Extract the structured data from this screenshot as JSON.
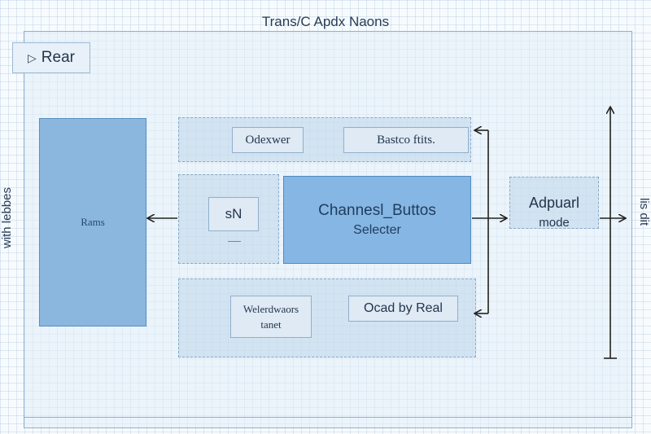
{
  "diagram": {
    "title": "Trans/C Apdx Naons",
    "rear_button": {
      "icon": "play-triangle-icon",
      "label": "Rear"
    },
    "rams_block": {
      "label": "Rams"
    },
    "top_row": {
      "left_button": "Odexwer",
      "right_button": "Bastco ftits."
    },
    "mid_left": {
      "button": "sN"
    },
    "channel_block": {
      "line1": "Channesl_Buttos",
      "line2": "Selecter"
    },
    "bottom_row": {
      "left_line1": "Welerdwaors",
      "left_line2": "tanet",
      "right_button": "Ocad by Real"
    },
    "adp_block": {
      "line1": "Adpuarl",
      "line2": "mode"
    },
    "side_left_text": "with lebbes",
    "side_right_text": "lis dit",
    "colors": {
      "accent": "#86b6e3",
      "border": "#8fb0cf",
      "grid": "#aac3dc"
    }
  }
}
